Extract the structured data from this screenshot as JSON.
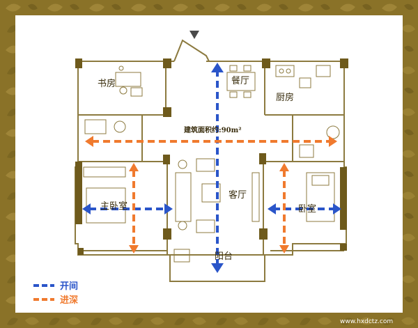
{
  "plan": {
    "area_note": "建筑面积约:90m²",
    "rooms": {
      "study": "书房",
      "dining": "餐厅",
      "kitchen": "厨房",
      "living": "客厅",
      "master_bedroom": "主卧室",
      "second_bedroom": "卧室",
      "balcony": "阳台"
    }
  },
  "legend": {
    "width_label": "开间",
    "depth_label": "进深",
    "width_color": "#2a55c9",
    "depth_color": "#f07a2e"
  },
  "watermark": {
    "site": "www.hxdctz.com"
  }
}
